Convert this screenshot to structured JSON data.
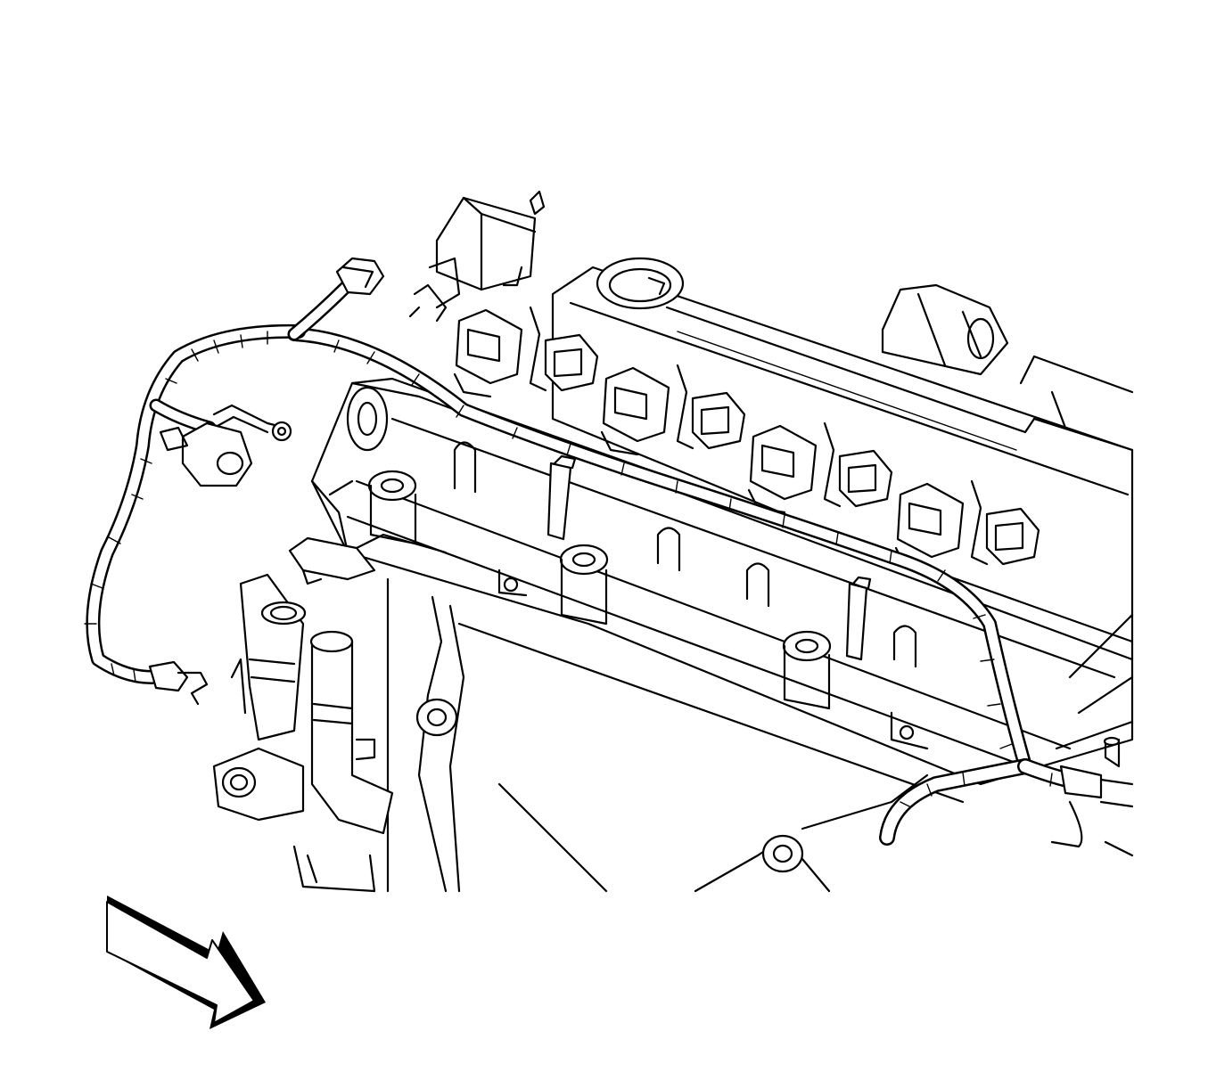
{
  "diagram": {
    "colors": {
      "line": "#000000",
      "background": "#ffffff"
    },
    "components": [
      {
        "id": "vacuum-solenoid",
        "icon": "solenoid-valve"
      },
      {
        "id": "engine-wiring-harness",
        "icon": "wiring-harness"
      },
      {
        "id": "ignition-coil-1",
        "icon": "ignition-coil"
      },
      {
        "id": "ignition-coil-2",
        "icon": "ignition-coil"
      },
      {
        "id": "ignition-coil-3",
        "icon": "ignition-coil"
      },
      {
        "id": "ignition-coil-4",
        "icon": "ignition-coil"
      },
      {
        "id": "camshaft-cover",
        "icon": "valve-cover"
      },
      {
        "id": "intake-manifold",
        "icon": "manifold"
      },
      {
        "id": "coolant-hoses",
        "icon": "hose"
      },
      {
        "id": "ground-terminal",
        "icon": "ring-terminal"
      },
      {
        "id": "front-view-arrow",
        "icon": "direction-arrow"
      }
    ]
  }
}
